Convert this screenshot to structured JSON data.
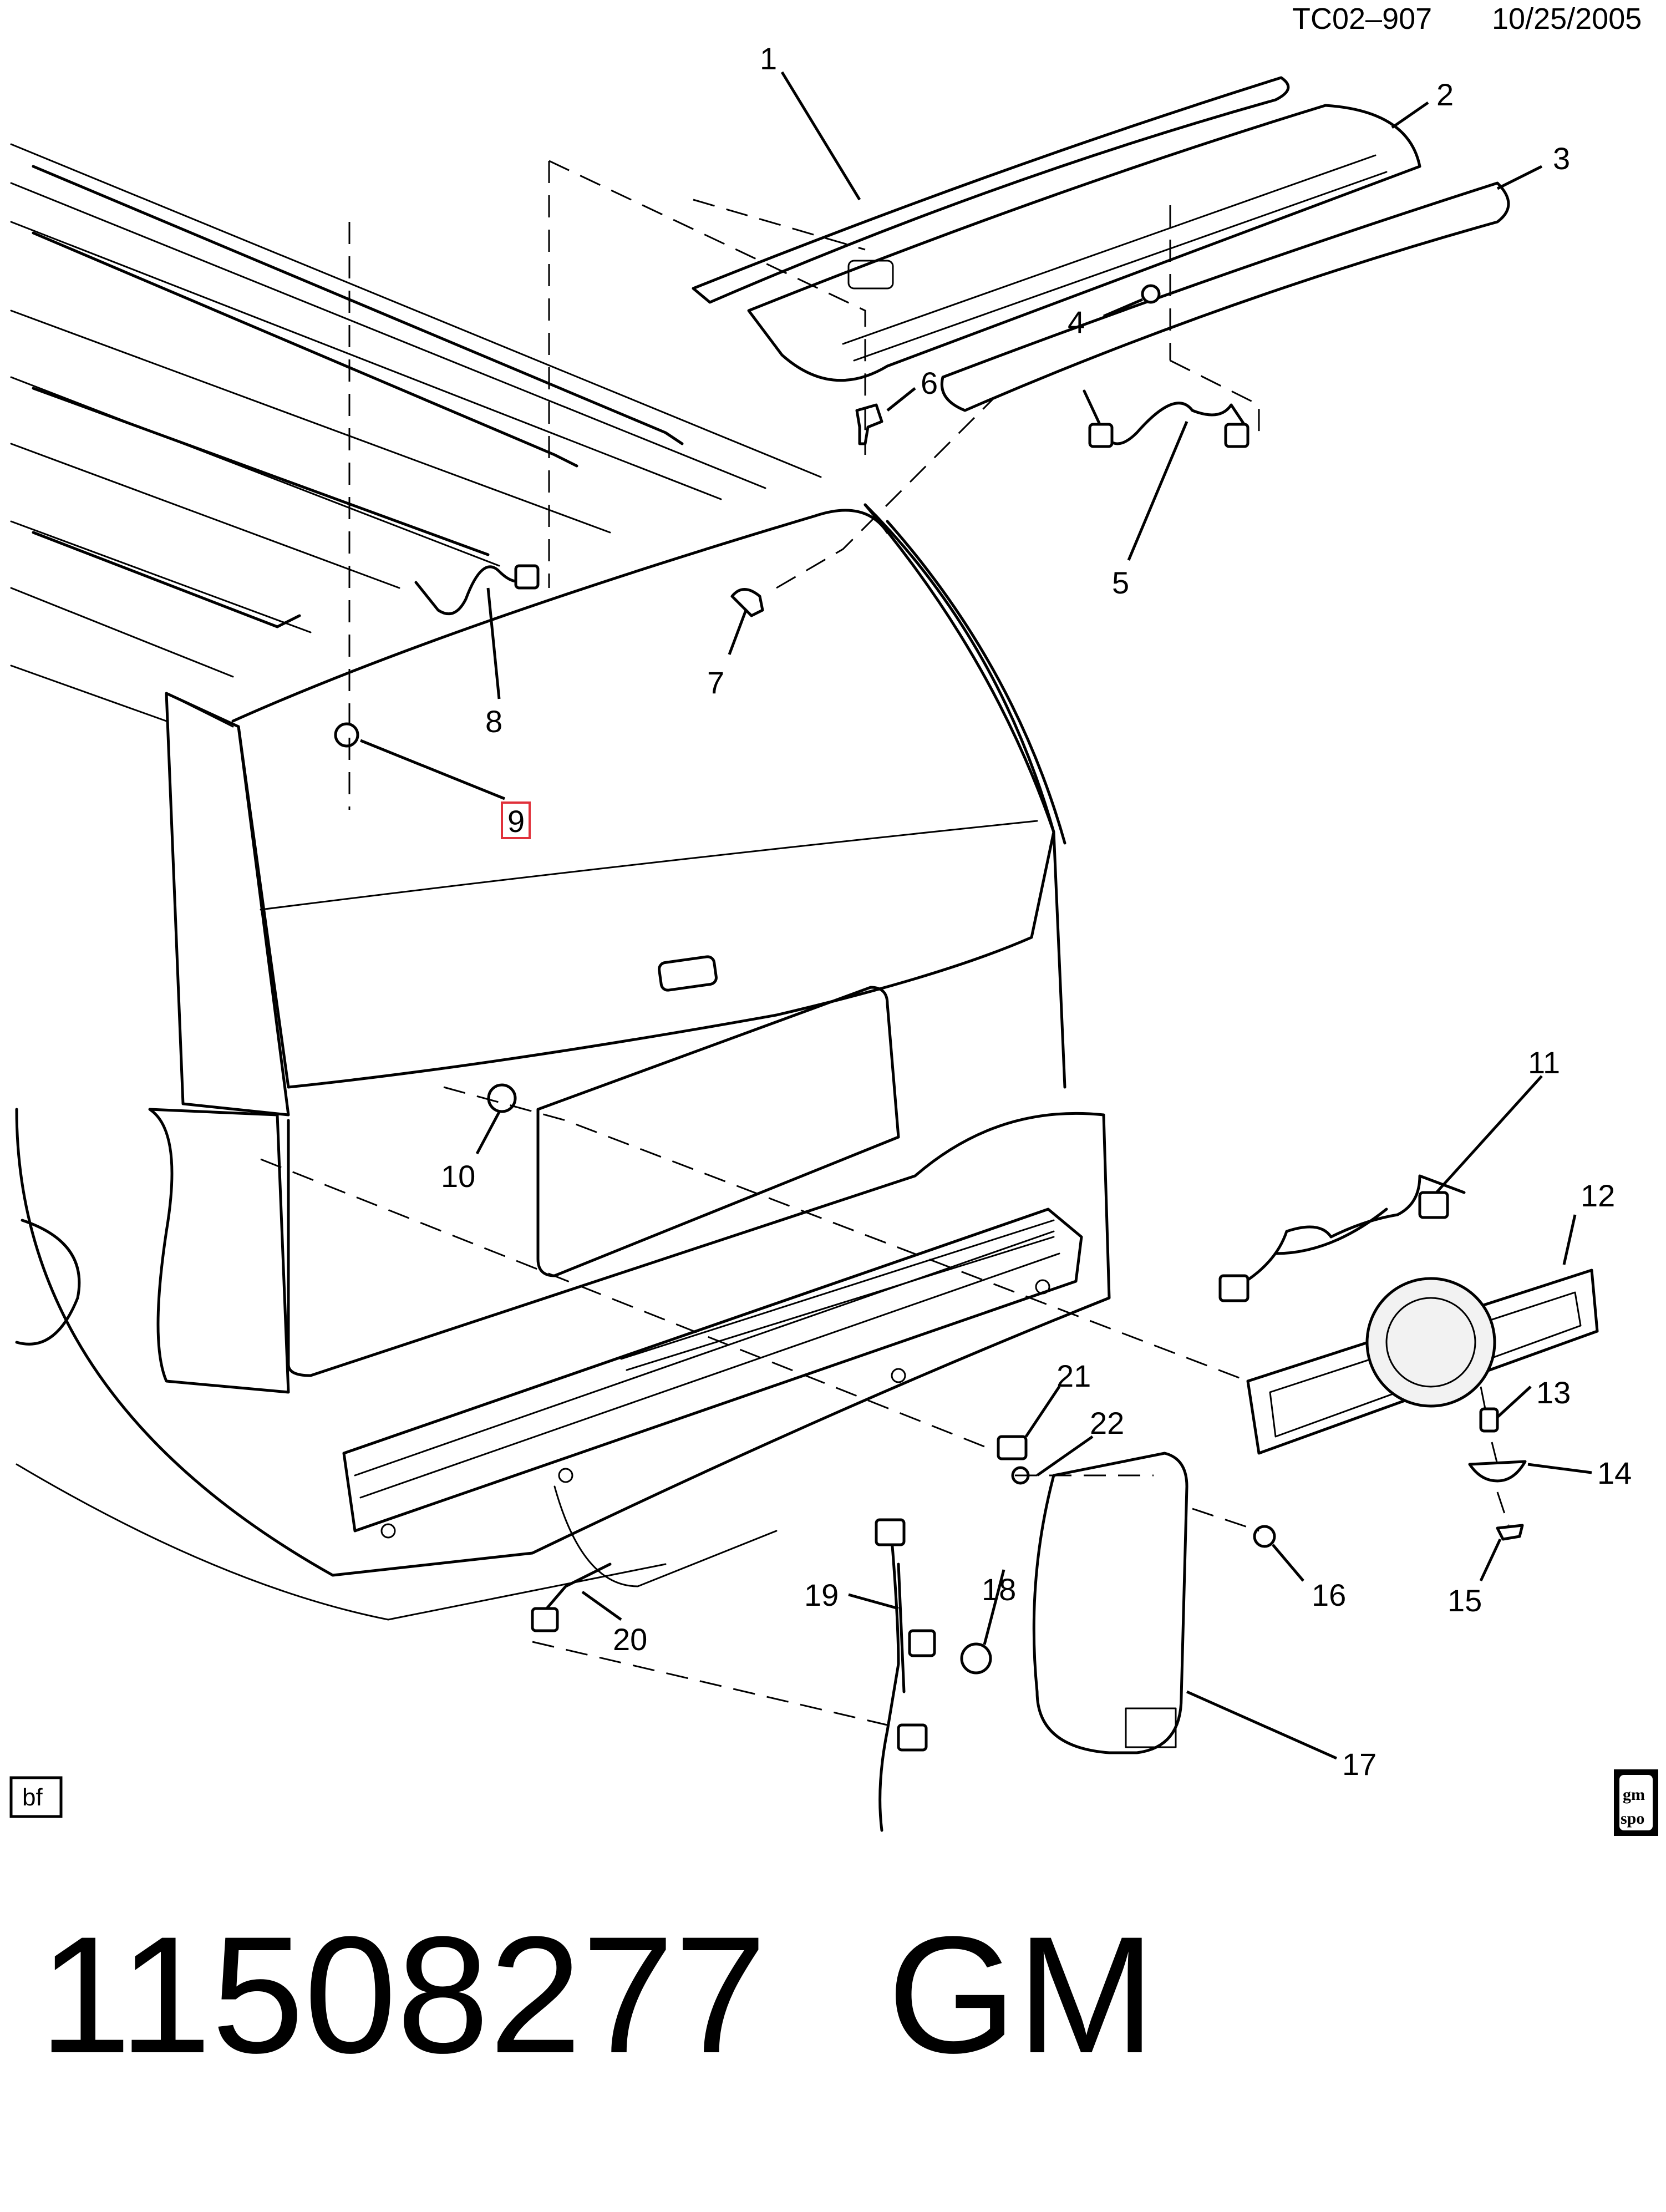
{
  "header": {
    "code": "TC02–907",
    "date": "10/25/2005"
  },
  "callouts": [
    "1",
    "2",
    "3",
    "4",
    "5",
    "6",
    "7",
    "8",
    "9",
    "10",
    "11",
    "12",
    "13",
    "14",
    "15",
    "16",
    "17",
    "18",
    "19",
    "20",
    "21",
    "22"
  ],
  "highlighted_callout": "9",
  "corner_tags": {
    "left": "bf",
    "right_top": "gm",
    "right_bottom": "spo"
  },
  "footer": {
    "part_number": "11508277",
    "brand": "GM"
  }
}
